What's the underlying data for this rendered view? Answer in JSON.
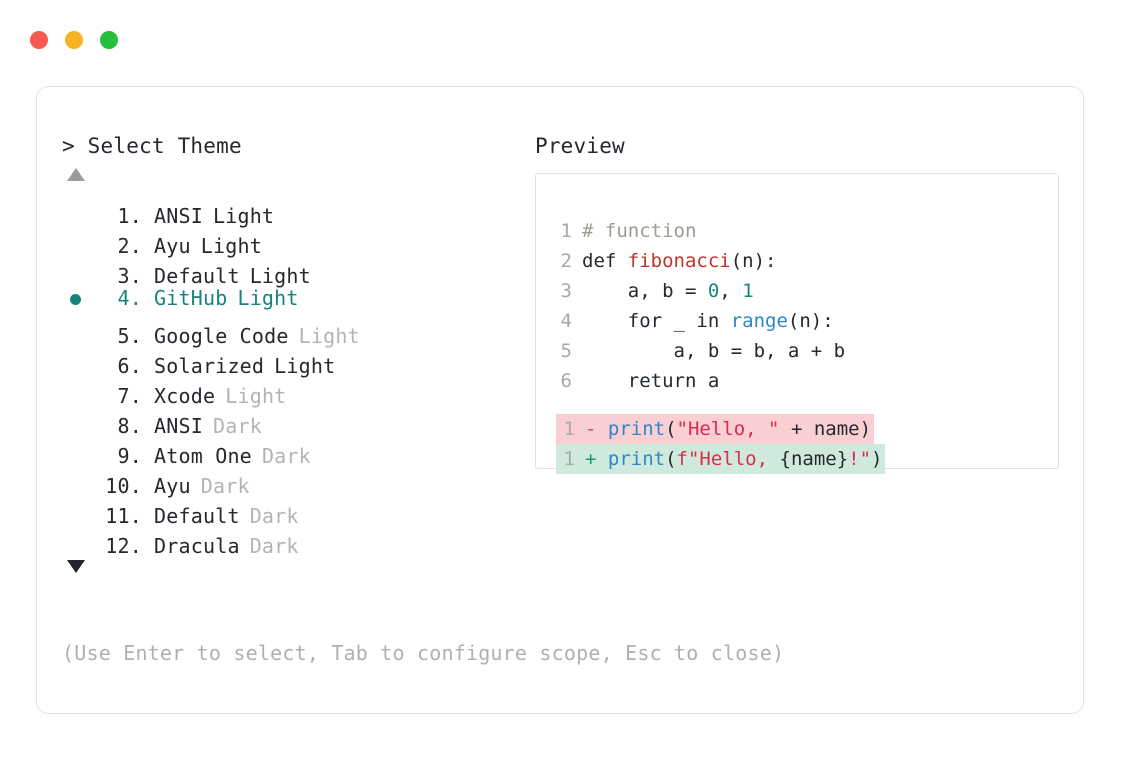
{
  "window": {
    "dots": [
      {
        "name": "close",
        "color": "#f55a52"
      },
      {
        "name": "minimize",
        "color": "#f6b423"
      },
      {
        "name": "maximize",
        "color": "#24c03c"
      }
    ]
  },
  "prompt": {
    "heading": "> Select Theme",
    "scroll_up_icon": "triangle-up",
    "scroll_down_icon": "triangle-down",
    "selected_index": 4,
    "selected_bullet_color": "#17837d",
    "themes": [
      {
        "index": "1.",
        "name": "ANSI",
        "variant": "Light",
        "variant_dim": false,
        "selected": false
      },
      {
        "index": "2.",
        "name": "Ayu",
        "variant": "Light",
        "variant_dim": false,
        "selected": false
      },
      {
        "index": "3.",
        "name": "Default",
        "variant": "Light",
        "variant_dim": false,
        "selected": false
      },
      {
        "index": "4.",
        "name": "GitHub",
        "variant": "Light",
        "variant_dim": false,
        "selected": true
      },
      {
        "index": "5.",
        "name": "Google Code",
        "variant": "Light",
        "variant_dim": true,
        "selected": false
      },
      {
        "index": "6.",
        "name": "Solarized",
        "variant": "Light",
        "variant_dim": false,
        "selected": false
      },
      {
        "index": "7.",
        "name": "Xcode",
        "variant": "Light",
        "variant_dim": true,
        "selected": false
      },
      {
        "index": "8.",
        "name": "ANSI",
        "variant": "Dark",
        "variant_dim": true,
        "selected": false
      },
      {
        "index": "9.",
        "name": "Atom One",
        "variant": "Dark",
        "variant_dim": true,
        "selected": false
      },
      {
        "index": "10.",
        "name": "Ayu",
        "variant": "Dark",
        "variant_dim": true,
        "selected": false
      },
      {
        "index": "11.",
        "name": "Default",
        "variant": "Dark",
        "variant_dim": true,
        "selected": false
      },
      {
        "index": "12.",
        "name": "Dracula",
        "variant": "Dark",
        "variant_dim": true,
        "selected": false
      }
    ],
    "hint": "(Use Enter to select, Tab to configure scope, Esc to close)"
  },
  "preview": {
    "heading": "Preview",
    "code_lines": [
      {
        "ln": "1",
        "tokens": [
          {
            "t": "# function",
            "c": "comment"
          }
        ]
      },
      {
        "ln": "2",
        "tokens": [
          {
            "t": "def ",
            "c": "kw"
          },
          {
            "t": "fibonacci",
            "c": "fn"
          },
          {
            "t": "(n):",
            "c": "punct"
          }
        ]
      },
      {
        "ln": "3",
        "tokens": [
          {
            "t": "    a, b = ",
            "c": "plain"
          },
          {
            "t": "0",
            "c": "num"
          },
          {
            "t": ", ",
            "c": "plain"
          },
          {
            "t": "1",
            "c": "num"
          }
        ]
      },
      {
        "ln": "4",
        "tokens": [
          {
            "t": "    for _ in ",
            "c": "plain"
          },
          {
            "t": "range",
            "c": "builtin"
          },
          {
            "t": "(n):",
            "c": "punct"
          }
        ]
      },
      {
        "ln": "5",
        "tokens": [
          {
            "t": "        a, b = b, a + b",
            "c": "plain"
          }
        ]
      },
      {
        "ln": "6",
        "tokens": [
          {
            "t": "    return a",
            "c": "plain"
          }
        ]
      }
    ],
    "diff": [
      {
        "ln": "1",
        "sign": "-",
        "kind": "del",
        "bg": "#f9cfd4",
        "tokens": [
          {
            "t": "print",
            "c": "builtin"
          },
          {
            "t": "(",
            "c": "punct"
          },
          {
            "t": "\"Hello, \"",
            "c": "str"
          },
          {
            "t": " + name)",
            "c": "plain"
          }
        ]
      },
      {
        "ln": "1",
        "sign": "+",
        "kind": "add",
        "bg": "#cfeadd",
        "tokens": [
          {
            "t": "print",
            "c": "builtin"
          },
          {
            "t": "(",
            "c": "punct"
          },
          {
            "t": "f\"Hello, ",
            "c": "str"
          },
          {
            "t": "{name}",
            "c": "plain"
          },
          {
            "t": "!\"",
            "c": "str"
          },
          {
            "t": ")",
            "c": "punct"
          }
        ]
      }
    ]
  }
}
